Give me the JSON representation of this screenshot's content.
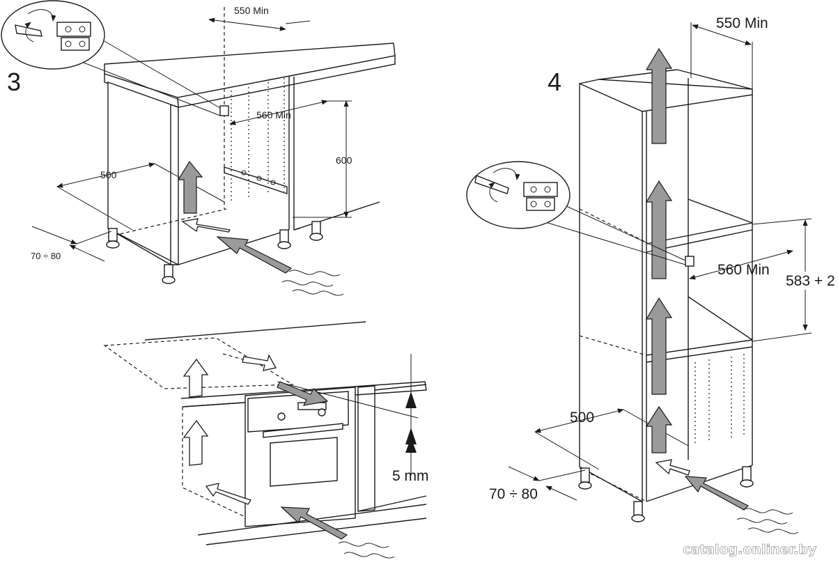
{
  "figure_3": {
    "number": "3",
    "dim_width_top": "550 Min",
    "dim_width_inner": "560 Min",
    "dim_height": "600",
    "dim_depth": "500",
    "dim_gap": "70 ÷ 80"
  },
  "figure_4": {
    "number": "4",
    "dim_width_top": "550 Min",
    "dim_width_inner": "560 Min",
    "dim_height": "583 + 2",
    "dim_depth": "500",
    "dim_gap": "70 ÷ 80"
  },
  "figure_oven": {
    "dim_gap": "5 mm"
  },
  "watermark": "catalog.onliner.by"
}
